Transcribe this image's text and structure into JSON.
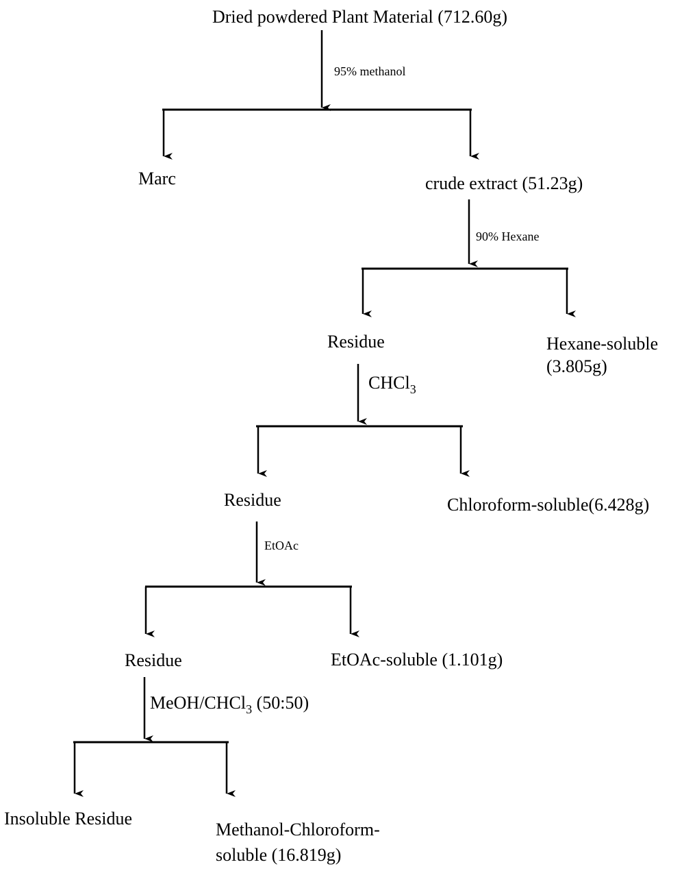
{
  "nodes": {
    "root": "Dried powdered Plant Material (712.60g)",
    "marc": "Marc",
    "crude": "crude extract (51.23g)",
    "residue1": "Residue",
    "hexane_line1": "Hexane-soluble",
    "hexane_line2": "(3.805g)",
    "residue2": "Residue",
    "chloroform": "Chloroform-soluble(6.428g)",
    "residue3": "Residue",
    "etoac_soluble": "EtOAc-soluble (1.101g)",
    "insoluble": "Insoluble Residue",
    "meoh_line1": "Methanol-Chloroform-",
    "meoh_line2": "soluble (16.819g)"
  },
  "solvents": {
    "s1": "95% methanol",
    "s2": "90% Hexane",
    "s3_main": "CHCl",
    "s3_sub": "3",
    "s4": "EtOAc",
    "s5_main": "MeOH/CHCl",
    "s5_sub": "3",
    "s5_tail": " (50:50)"
  }
}
